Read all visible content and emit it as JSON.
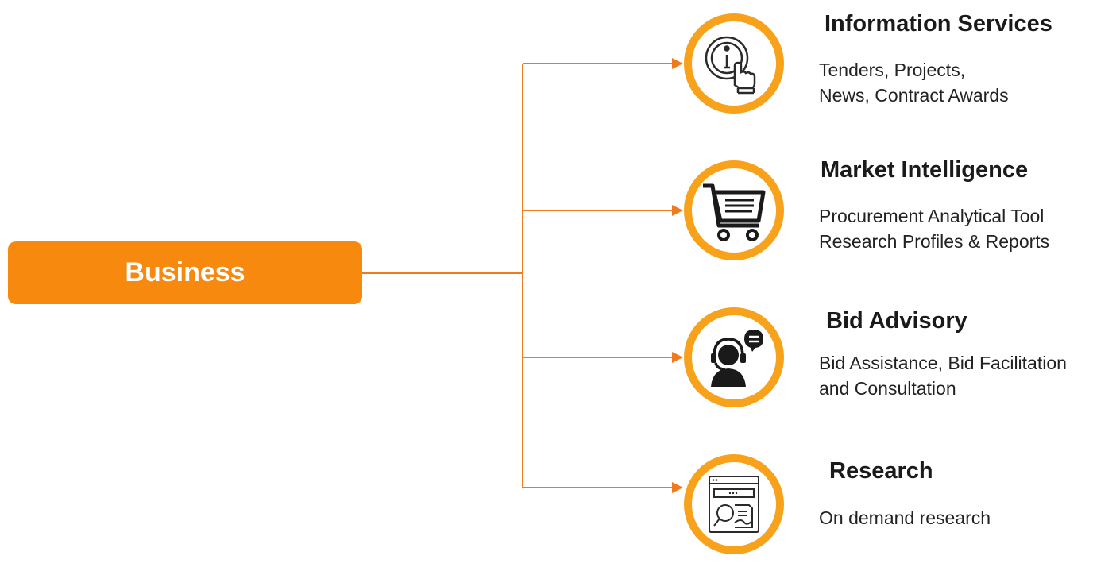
{
  "root": {
    "label": "Business"
  },
  "colors": {
    "accent": "#f7890f",
    "ring": "#f8a21c",
    "connector": "#f07a1e"
  },
  "nodes": [
    {
      "icon": "info-touch-icon",
      "title": "Information Services",
      "description": [
        "Tenders, Projects,",
        "News, Contract Awards"
      ]
    },
    {
      "icon": "shopping-cart-icon",
      "title": "Market Intelligence",
      "description": [
        "Procurement Analytical Tool",
        "Research Profiles & Reports"
      ]
    },
    {
      "icon": "headset-support-icon",
      "title": "Bid Advisory",
      "description": [
        "Bid Assistance, Bid Facilitation",
        "and Consultation"
      ]
    },
    {
      "icon": "web-research-icon",
      "title": "Research",
      "description": [
        "On demand research"
      ]
    }
  ]
}
